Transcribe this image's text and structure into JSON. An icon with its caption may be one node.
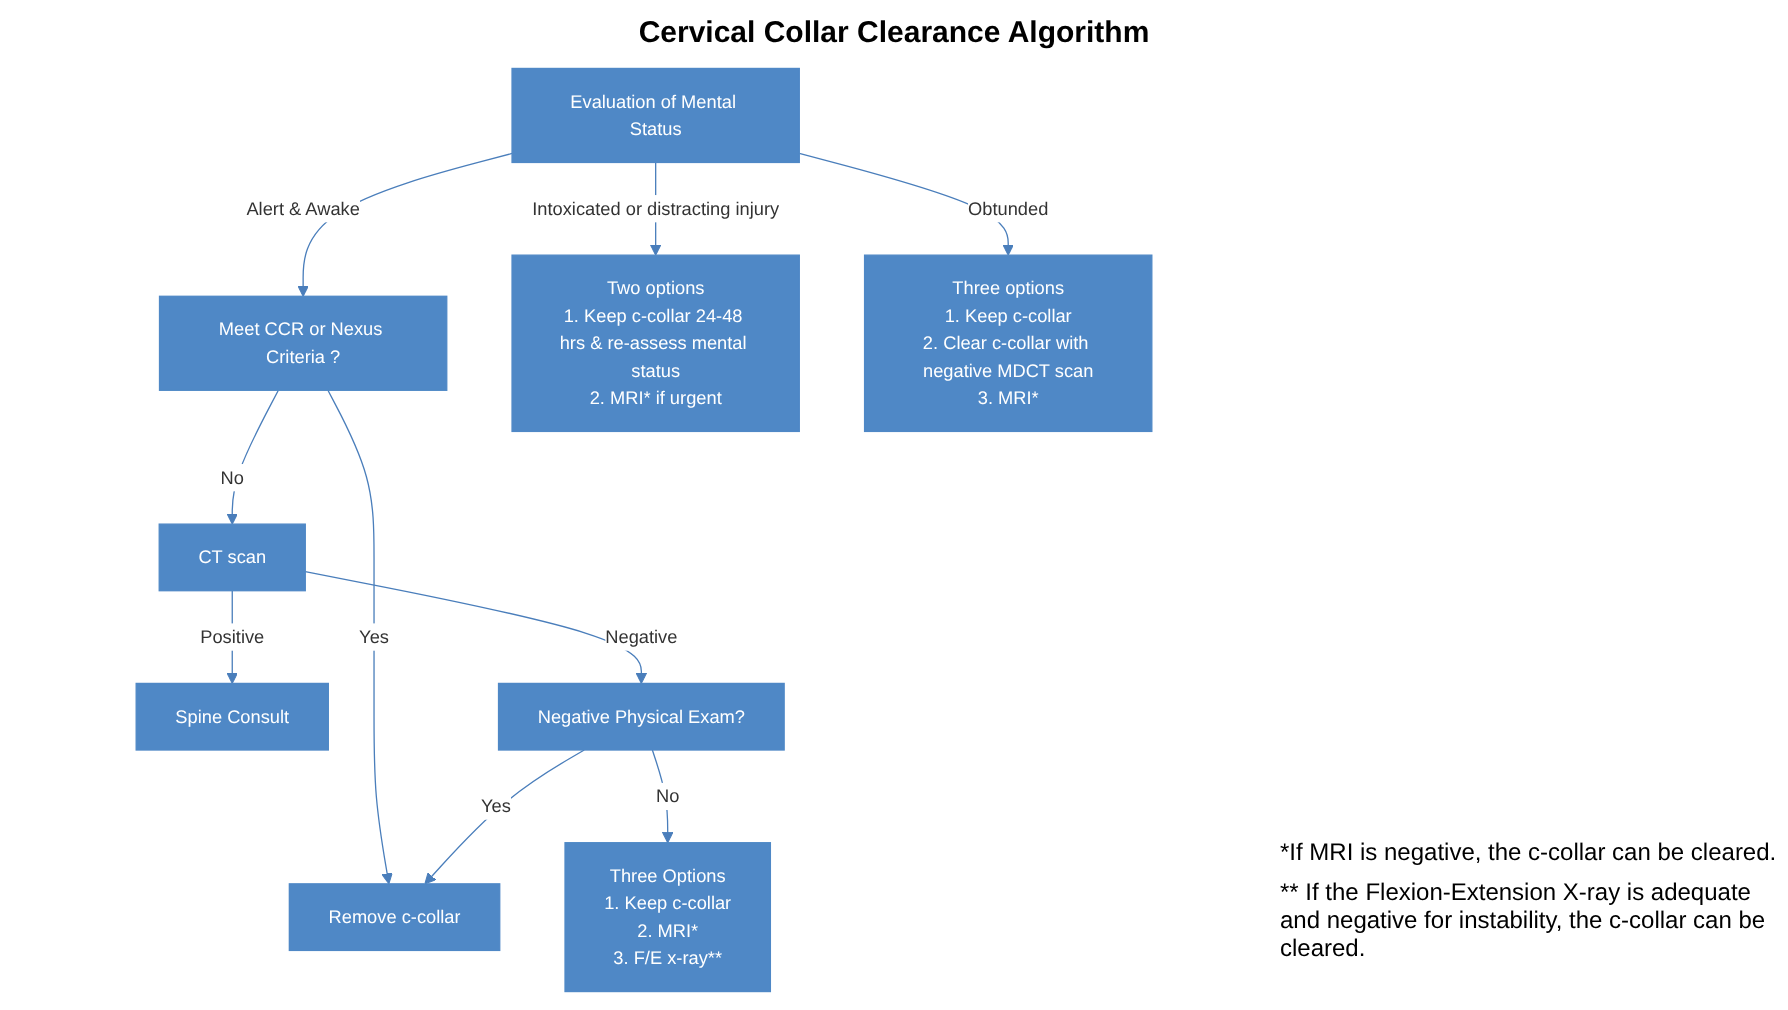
{
  "diagram": {
    "title": "Cervical Collar Clearance Algorithm",
    "nodes": [
      {
        "text": [
          "Evaluation of Mental Status"
        ]
      },
      {
        "text": [
          "Meet CCR or Nexus Criteria ?"
        ]
      },
      {
        "text": [
          "CT scan"
        ]
      },
      {
        "text": [
          "Spine Consult"
        ]
      },
      {
        "text": [
          "Negative Physical Exam?"
        ]
      },
      {
        "text": [
          "Remove c-collar"
        ]
      },
      {
        "text": [
          "Three Options",
          "1. Keep c-collar",
          "2. MRI*",
          "3. F/E x-ray**"
        ]
      },
      {
        "text": [
          "Two options",
          "1. Keep c-collar 24-48 hrs & re-assess mental status",
          "2. MRI* if urgent"
        ]
      },
      {
        "text": [
          "Three options",
          "1. Keep c-collar",
          "2. Clear c-collar with negative MDCT scan",
          "3. MRI*"
        ]
      }
    ],
    "edges": [
      {
        "from": 0,
        "to": 1,
        "arrow": "to",
        "label": "Alert & Awake"
      },
      {
        "from": 0,
        "to": 7,
        "arrow": "to",
        "label": "Intoxicated or distracting injury"
      },
      {
        "from": 0,
        "to": 8,
        "arrow": "to",
        "label": "Obtunded"
      },
      {
        "from": 1,
        "to": 2,
        "arrow": "to",
        "label": "No"
      },
      {
        "from": 2,
        "to": 3,
        "arrow": "to",
        "label": "Positive"
      },
      {
        "from": 2,
        "to": 4,
        "arrow": "to",
        "label": "Negative"
      },
      {
        "from": 1,
        "to": 5,
        "arrow": "to",
        "label": "Yes"
      },
      {
        "from": 4,
        "to": 5,
        "arrow": "to",
        "label": "Yes"
      },
      {
        "from": 4,
        "to": 6,
        "arrow": "to",
        "label": "No"
      }
    ],
    "labels": [
      "*If MRI is negative, the c-collar can be cleared.",
      "** If the Flexion-Extension X-ray is adequate and negative for instability, the c-collar can be cleared."
    ]
  }
}
